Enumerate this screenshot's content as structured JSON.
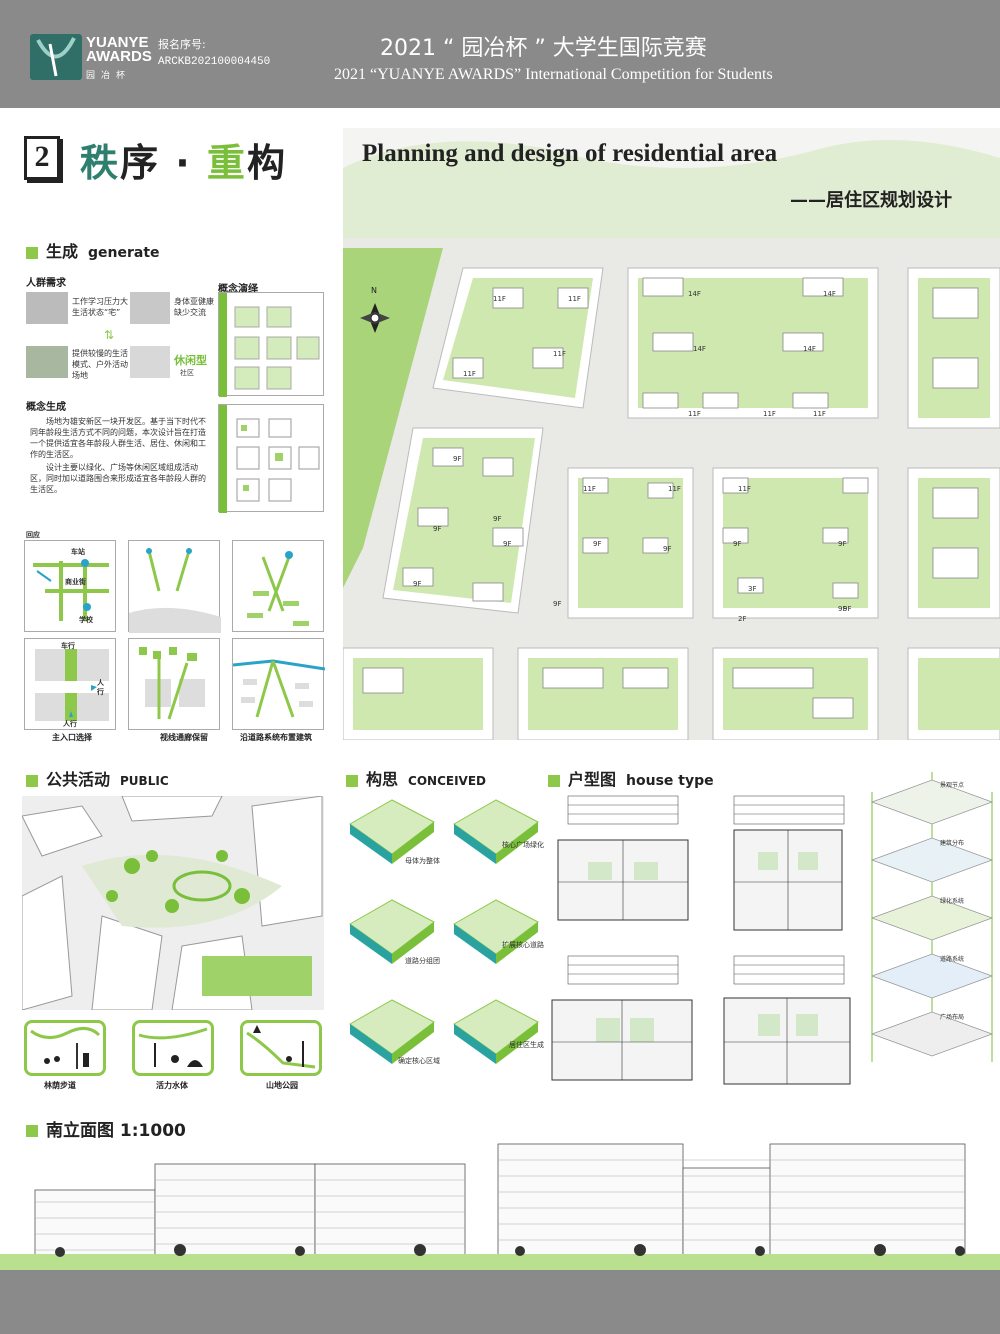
{
  "header": {
    "logo_line1": "YUANYE",
    "logo_line2": "AWARDS",
    "logo_sub": "园冶杯",
    "reg_label": "报名序号:",
    "reg_number": "ARCKB202100004450",
    "title_cn": "2021 “ 园冶杯 ” 大学生国际竞赛",
    "title_en": "2021 “YUANYE AWARDS” International Competition for Students"
  },
  "section": {
    "number": "2",
    "title_part1": "秩",
    "title_part2": "序 · ",
    "title_part3": "重",
    "title_part4": "构"
  },
  "plan": {
    "title_en": "Planning and design of residential area",
    "title_cn": "——居住区规划设计",
    "north": "N",
    "floor_labels": [
      "11F",
      "11F",
      "11F",
      "11F",
      "14F",
      "14F",
      "14F",
      "14F",
      "11F",
      "11F",
      "11F",
      "9F",
      "9F",
      "9F",
      "9F",
      "9F",
      "11F",
      "11F",
      "9F",
      "9F",
      "9F",
      "11F",
      "9F",
      "9F",
      "9F",
      "3F",
      "2F",
      "9F"
    ]
  },
  "generate": {
    "heading_cn": "生成",
    "heading_en": "generate",
    "crowd_title": "人群需求",
    "crowd_text1": "工作学习压力大 生活状态“宅”",
    "crowd_text2": "身体亚健康 缺少交流",
    "crowd_text3": "提供较慢的生活 模式、户外活动 场地",
    "crowd_text4": "休闲型",
    "crowd_text5": "社区",
    "concept_evo": "概念演绎",
    "concept_gen_title": "概念生成",
    "concept_text1": "场地为雄安新区一块开发区。基于当下时代不同年龄段生活方式不同的问题，本次设计旨在打造一个提供适宜各年龄段人群生活、居住、休闲和工作的生活区。",
    "concept_text2": "设计主要以绿化、广场等休闲区域组成活动区，同时加以道路围合来形成适宜各年龄段人群的生活区。",
    "response": "回应",
    "labels": {
      "station": "车站",
      "commercial": "商业街",
      "school": "学校",
      "vehicle": "车行",
      "pedestrian": "人行",
      "pedestrian2": "人行"
    },
    "captions": [
      "主入口选择",
      "视线通廊保留",
      "沿道路系统布置建筑"
    ]
  },
  "public": {
    "heading_cn": "公共活动",
    "heading_en": "PUBLIC",
    "icons": [
      "林荫步道",
      "活力水体",
      "山地公园"
    ]
  },
  "conceived": {
    "heading_cn": "构思",
    "heading_en": "CONCEIVED",
    "steps": [
      "母体为整体",
      "核心广场绿化",
      "道路分组团",
      "扩展核心道路",
      "确定核心区域",
      "居住区生成"
    ]
  },
  "house": {
    "heading_cn": "户型图",
    "heading_en": "house type"
  },
  "layers": {
    "labels": [
      "景观节点",
      "建筑分布",
      "绿化系统",
      "道路系统",
      "广场布局"
    ]
  },
  "elevation": {
    "heading": "南立面图  1:1000"
  },
  "colors": {
    "accent": "#8dc84a",
    "teal": "#2f7f6f",
    "header": "#8a8a8a"
  }
}
